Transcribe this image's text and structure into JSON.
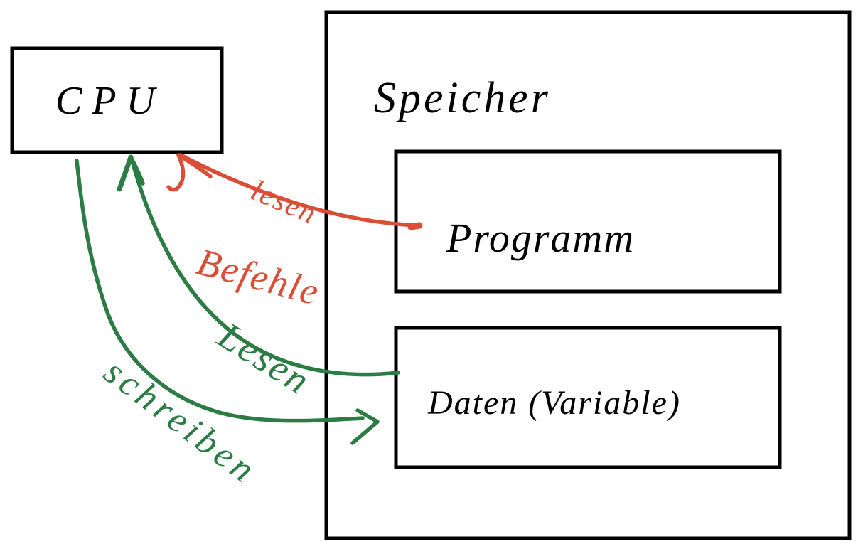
{
  "diagram": {
    "cpu": {
      "label": "CPU"
    },
    "memory": {
      "title": "Speicher",
      "program": {
        "label": "Programm"
      },
      "data": {
        "label": "Daten (Variable)"
      }
    },
    "arrows": [
      {
        "name": "befehle-lesen",
        "from": "Programm",
        "to": "CPU",
        "color": "#d94e37",
        "label_line1": "lesen",
        "label_line2": "Befehle"
      },
      {
        "name": "daten-lesen",
        "from": "Daten (Variable)",
        "to": "CPU",
        "color": "#2d7c46",
        "label": "Lesen"
      },
      {
        "name": "daten-schreiben",
        "from": "CPU",
        "to": "Daten (Variable)",
        "color": "#2d7c46",
        "label": "schreiben"
      }
    ],
    "colors": {
      "ink": "#000000",
      "red": "#d94e37",
      "green": "#2d7c46",
      "background": "#ffffff"
    }
  }
}
